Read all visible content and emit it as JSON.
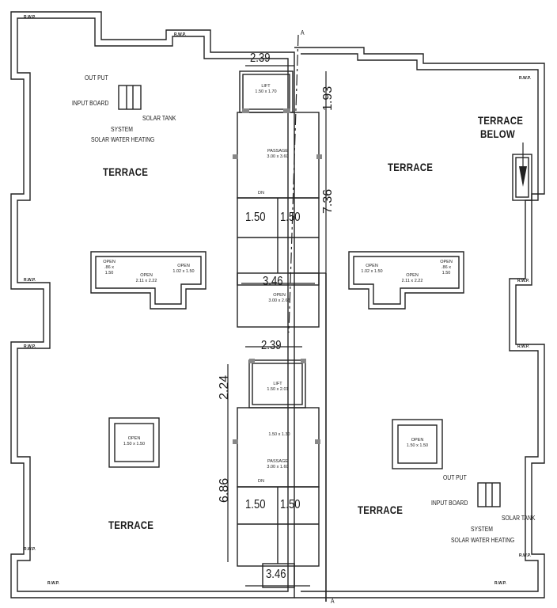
{
  "terrace_label": "TERRACE",
  "terrace_below": [
    "TERRACE",
    "BELOW"
  ],
  "rwp": "R.W.P.",
  "section_marker": "A",
  "dims": {
    "top_width": "2.39",
    "top_upper_height": "1.93",
    "top_total_height": "7.36",
    "stair_left_top": "1.50",
    "stair_right_top": "1.50",
    "stair_width_top": "3.46",
    "bottom_width": "2.39",
    "bottom_upper_height": "2.24",
    "bottom_total_height": "6.86",
    "stair_left_bottom": "1.50",
    "stair_right_bottom": "1.50",
    "stair_width_bottom": "3.46"
  },
  "rooms_top": {
    "lift": [
      "LIFT",
      "1.50 x 1.70"
    ],
    "passage": [
      "PASSAGE",
      "3.00 x 3.60"
    ],
    "dn": "DN",
    "open": [
      "OPEN",
      "3.00 x 2.66"
    ]
  },
  "rooms_bottom": {
    "lift": [
      "LIFT",
      "1.50 x 2.01"
    ],
    "size": "1.50 x 1.30",
    "passage": [
      "PASSAGE",
      "3.00 x 1.60"
    ],
    "dn": "DN"
  },
  "open_left": {
    "a": [
      "OPEN",
      ".86 x",
      "1.50"
    ],
    "b": [
      "OPEN",
      "2.11 x 2.22"
    ],
    "c": [
      "OPEN",
      "1.02 x 1.50"
    ]
  },
  "open_right": {
    "a": [
      "OPEN",
      "1.02 x 1.50"
    ],
    "b": [
      "OPEN",
      "2.11 x 2.22"
    ],
    "c": [
      "OPEN",
      ".86 x",
      "1.50"
    ]
  },
  "open_small_left": [
    "OPEN",
    "1.50 x 1.50"
  ],
  "open_small_right": [
    "OPEN",
    "1.50 x 1.50"
  ],
  "solar": {
    "output": "OUT PUT",
    "input_board": "INPUT BOARD",
    "tank": "SOLAR TANK",
    "system": "SYSTEM",
    "heating": "SOLAR WATER HEATING"
  }
}
